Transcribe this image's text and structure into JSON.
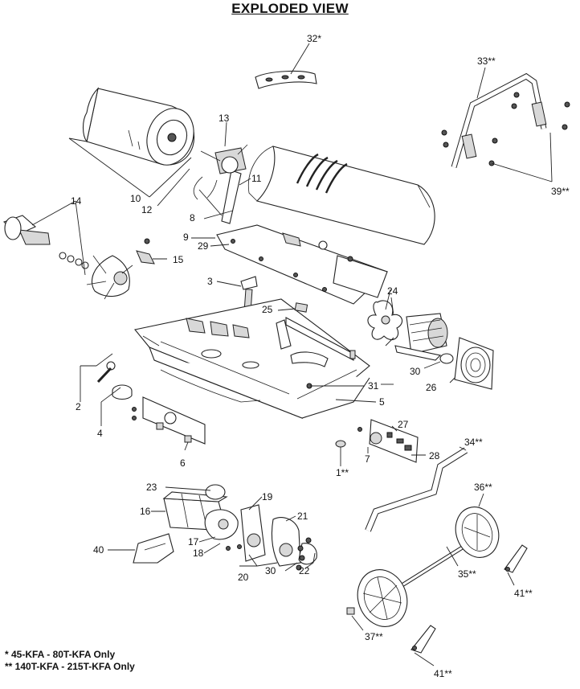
{
  "title": "EXPLODED VIEW",
  "callouts": {
    "p1": "1**",
    "p2": "2",
    "p3": "3",
    "p4": "4",
    "p5": "5",
    "p6": "6",
    "p7": "7",
    "p8": "8",
    "p9": "9",
    "p10": "10",
    "p11": "11",
    "p12": "12",
    "p13": "13",
    "p14": "14",
    "p15": "15",
    "p16": "16",
    "p17": "17",
    "p18": "18",
    "p19": "19",
    "p20": "20",
    "p21": "21",
    "p22": "22",
    "p23": "23",
    "p24": "24",
    "p25": "25",
    "p26": "26",
    "p27": "27",
    "p28": "28",
    "p29": "29",
    "p30a": "30",
    "p30b": "30",
    "p31": "31",
    "p32": "32*",
    "p33": "33**",
    "p34": "34**",
    "p35": "35**",
    "p36": "36**",
    "p37": "37**",
    "p39": "39**",
    "p40": "40",
    "p41a": "41**",
    "p41b": "41**"
  },
  "footnotes": {
    "single": "* 45-KFA - 80T-KFA Only",
    "double": "** 140T-KFA - 215T-KFA Only"
  }
}
